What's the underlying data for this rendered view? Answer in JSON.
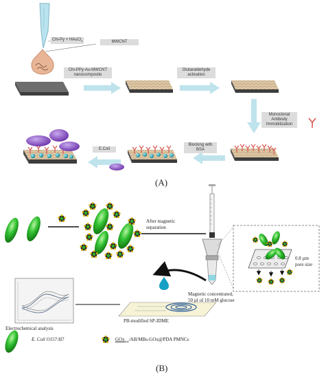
{
  "panel_a": {
    "step_chi_py": "Chi-Py + HAuCl",
    "step_chi_py_sub": "4",
    "step_mwcnt": "MWCNT",
    "step_nanocomposite_line1": "Chi-PPy-Au-MWCNT",
    "step_nanocomposite_line2": "nanocomposite",
    "step_glutaraldehyde_line1": "Glutaraldehyde",
    "step_glutaraldehyde_line2": "activation",
    "step_antibody_line1": "Monoclonal",
    "step_antibody_line2": "Antibody",
    "step_antibody_line3": "Immobilization",
    "step_blocking_line1": "Blocking with",
    "step_blocking_line2": "BSA",
    "step_ecoli": "E.Coli",
    "label": "(A)"
  },
  "panel_b": {
    "after_separation_line1": "After magnetic",
    "after_separation_line2": "separation",
    "pore_size_line1": "0.8 µm",
    "pore_size_line2": "pore size",
    "electrode_label": "PB-modified SP-IDME",
    "magnetic_line1": "Magnetic concentrated,",
    "magnetic_line2": "50 µl of 10 mM glucose",
    "electrochem_label": "Electrochemical analysis",
    "legend_ecoli_italic": "E. Coli",
    "legend_ecoli_rest": " O157:H7",
    "legend_pmnc": "GOx",
    "legend_pmnc_sub": "ext",
    "legend_pmnc_rest": "/AB/MBs-GOx@PDA PMNCs",
    "label": "(B)"
  },
  "colors": {
    "arrow": "#bfe3ec",
    "bacteria": "#2fb52f",
    "ellipse_purple": "#8e56c8",
    "dot_teal": "#1aa3b5",
    "antibody": "#d9534f",
    "substrate_dark": "#555555",
    "substrate_tan": "#d8c2a0"
  }
}
